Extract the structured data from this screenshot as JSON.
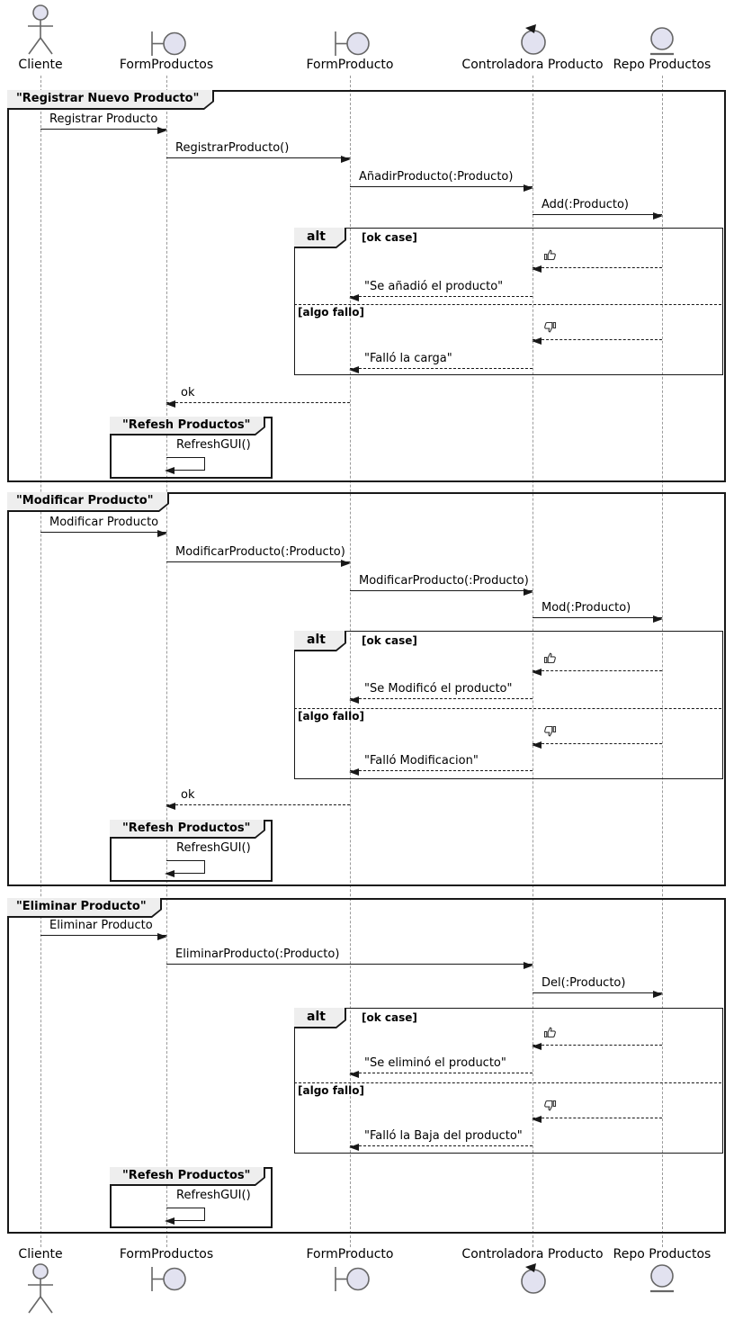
{
  "participants": [
    {
      "name": "Cliente",
      "type": "actor"
    },
    {
      "name": "FormProductos",
      "type": "boundary"
    },
    {
      "name": "FormProducto",
      "type": "boundary"
    },
    {
      "name": "Controladora Producto",
      "type": "control"
    },
    {
      "name": "Repo Productos",
      "type": "entity"
    }
  ],
  "colors": {
    "icon_fill": "#E2E2F0",
    "stroke": "#181818",
    "tab_bg": "#EEEEEE",
    "lifeline": "#9A9A9A"
  },
  "alt": {
    "operator": "alt",
    "guard_ok": "[ok case]",
    "guard_fail": "[algo fallo]"
  },
  "frames": [
    {
      "title": "\"Registrar Nuevo Producto\"",
      "messages": {
        "request": "Registrar Producto",
        "form_call": "RegistrarProducto()",
        "controller_call": "AñadirProducto(:Producto)",
        "repo_call": "Add(:Producto)",
        "ok_icon": "thumbs-up",
        "ok_reply": "\"Se añadió el producto\"",
        "fail_icon": "thumbs-down",
        "fail_reply": "\"Falló la carga\"",
        "ack": "ok"
      },
      "group": {
        "title": "\"Refesh Productos\"",
        "self_call": "RefreshGUI()"
      }
    },
    {
      "title": "\"Modificar Producto\"",
      "messages": {
        "request": "Modificar Producto",
        "form_call": "ModificarProducto(:Producto)",
        "controller_call": "ModificarProducto(:Producto)",
        "repo_call": "Mod(:Producto)",
        "ok_icon": "thumbs-up",
        "ok_reply": "\"Se Modificó el producto\"",
        "fail_icon": "thumbs-down",
        "fail_reply": "\"Falló Modificacion\"",
        "ack": "ok"
      },
      "group": {
        "title": "\"Refesh Productos\"",
        "self_call": "RefreshGUI()"
      }
    },
    {
      "title": "\"Eliminar Producto\"",
      "messages": {
        "request": "Eliminar Producto",
        "to_controller_call": "EliminarProducto(:Producto)",
        "repo_call": "Del(:Producto)",
        "ok_icon": "thumbs-up",
        "ok_reply": "\"Se eliminó el producto\"",
        "fail_icon": "thumbs-down",
        "fail_reply": "\"Falló la Baja del producto\"",
        "ack": ""
      },
      "group": {
        "title": "\"Refesh Productos\"",
        "self_call": "RefreshGUI()"
      }
    }
  ]
}
